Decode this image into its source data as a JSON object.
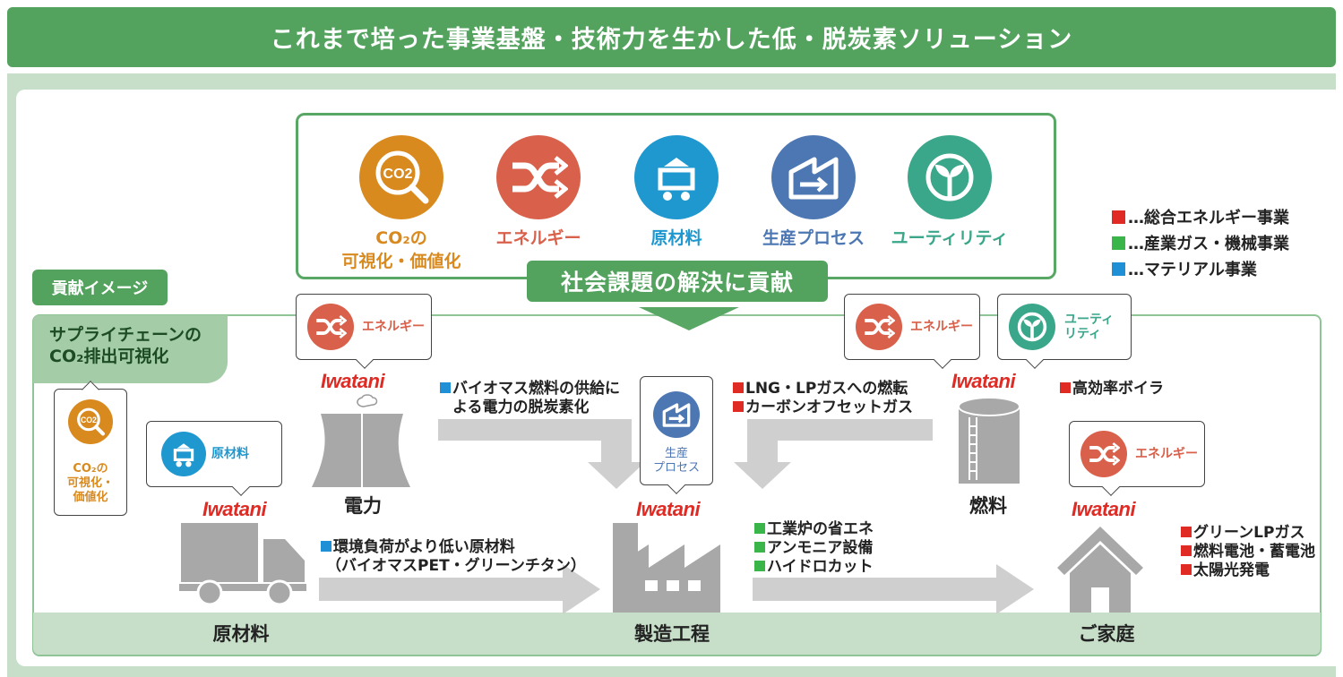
{
  "title": "これまで培った事業基盤・技術力を生かした低・脱炭素ソリューション",
  "challenges": [
    {
      "line1": "CO₂の",
      "line2": "可視化・価値化",
      "color": "#d98a1f",
      "icon": "co2-search-icon"
    },
    {
      "line1": "エネルギー",
      "line2": "",
      "color": "#d9604a",
      "icon": "shuffle-arrows-icon"
    },
    {
      "line1": "原材料",
      "line2": "",
      "color": "#1f97cf",
      "icon": "cart-icon"
    },
    {
      "line1": "生産プロセス",
      "line2": "",
      "color": "#4c77b3",
      "icon": "factory-process-icon"
    },
    {
      "line1": "ユーティリティ",
      "line2": "",
      "color": "#3aa68a",
      "icon": "sprout-icon"
    }
  ],
  "solve_banner": "社会課題の解決に貢献",
  "legend": [
    {
      "text": "…総合エネルギー事業",
      "color": "#e02a24"
    },
    {
      "text": "…産業ガス・機械事業",
      "color": "#3ab54a"
    },
    {
      "text": "…マテリアル事業",
      "color": "#1f8fd6"
    }
  ],
  "contrib_label": "貢献イメージ",
  "supply_chain": {
    "line1": "サプライチェーンの",
    "line2": "CO₂排出可視化"
  },
  "callouts": {
    "co2": {
      "line1": "CO₂の",
      "line2": "可視化・",
      "line3": "価値化"
    },
    "material": "原材料",
    "energy": "エネルギー",
    "process": {
      "line1": "生産",
      "line2": "プロセス"
    },
    "utility": {
      "line1": "ユーティ",
      "line2": "リティ"
    }
  },
  "brand": "Iwatani",
  "descriptions": {
    "biomass": {
      "line1": "バイオマス燃料の供給に",
      "line2": "よる電力の脱炭素化"
    },
    "lng": {
      "line1": "LNG・LPガスへの燃転",
      "line2": "カーボンオフセットガス"
    },
    "boiler": "高効率ボイラ",
    "raw": {
      "line1": "環境負荷がより低い原材料",
      "line2": "（バイオマスPET・グリーンチタン）"
    },
    "factory": {
      "line1": "工業炉の省エネ",
      "line2": "アンモニア設備",
      "line3": "ハイドロカット"
    },
    "home": {
      "line1": "グリーンLPガス",
      "line2": "燃料電池・蓄電池",
      "line3": "太陽光発電"
    }
  },
  "captions": {
    "power": "電力",
    "fuel": "燃料",
    "raw": "原材料",
    "manufacturing": "製造工程",
    "home": "ご家庭"
  }
}
